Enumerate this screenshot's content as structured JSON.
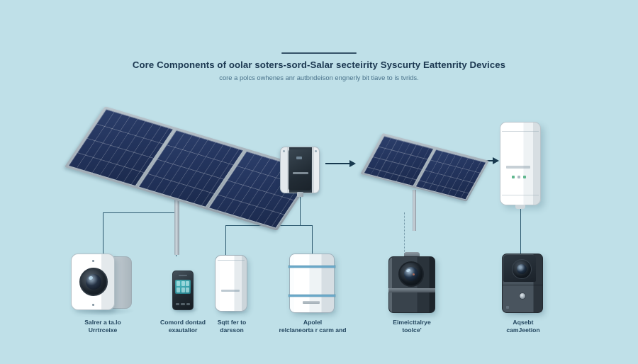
{
  "header": {
    "title": "Core Components of oolar soters-sord-Salar secteirity Syscurty Eattenrity Devices",
    "subtitle": "core a polcs owhenes anr autbndeison engnerly bit tiave to is tvrids."
  },
  "diagram": {
    "background_color": "#bfe0e8",
    "line_color": "#2b586e",
    "arrow_color": "#17394f",
    "accent_blue": "#6aa8c8",
    "led_green": "#5fb78e",
    "top_row": [
      {
        "id": "solar-array-left",
        "name": "solar-panel-array-large",
        "panels": 3
      },
      {
        "id": "inverter",
        "name": "inverter-unit"
      },
      {
        "id": "solar-array-mid",
        "name": "solar-panel-array-small",
        "panels": 2
      },
      {
        "id": "wall-unit",
        "name": "white-wall-mounted-controller"
      }
    ],
    "arrows": [
      {
        "id": "arrow-1",
        "from": "inverter",
        "to": "solar-array-mid"
      },
      {
        "id": "arrow-2",
        "from": "solar-array-mid",
        "to": "wall-unit"
      }
    ],
    "bottom_row": [
      {
        "id": "dev-cam-white",
        "name": "white-security-camera",
        "label": "Salrer a ta.lo\nUrrtrceixe"
      },
      {
        "id": "dev-handheld",
        "name": "handheld-keypad-device",
        "label": "Comord dontad\nexautalior"
      },
      {
        "id": "dev-cyl",
        "name": "white-sensor-unit",
        "label": "Sqtt fer to\ndarsson"
      },
      {
        "id": "dev-batt",
        "name": "battery-storage-unit",
        "label": "Apolel\nrelclaneorta r carm and"
      },
      {
        "id": "dev-cam-dark",
        "name": "dark-security-camera",
        "label": "Eimeicttalrye\ntoolce'"
      },
      {
        "id": "dev-doorbell",
        "name": "video-doorbell",
        "label": "Aqsebt\ncamJeetion"
      }
    ]
  }
}
